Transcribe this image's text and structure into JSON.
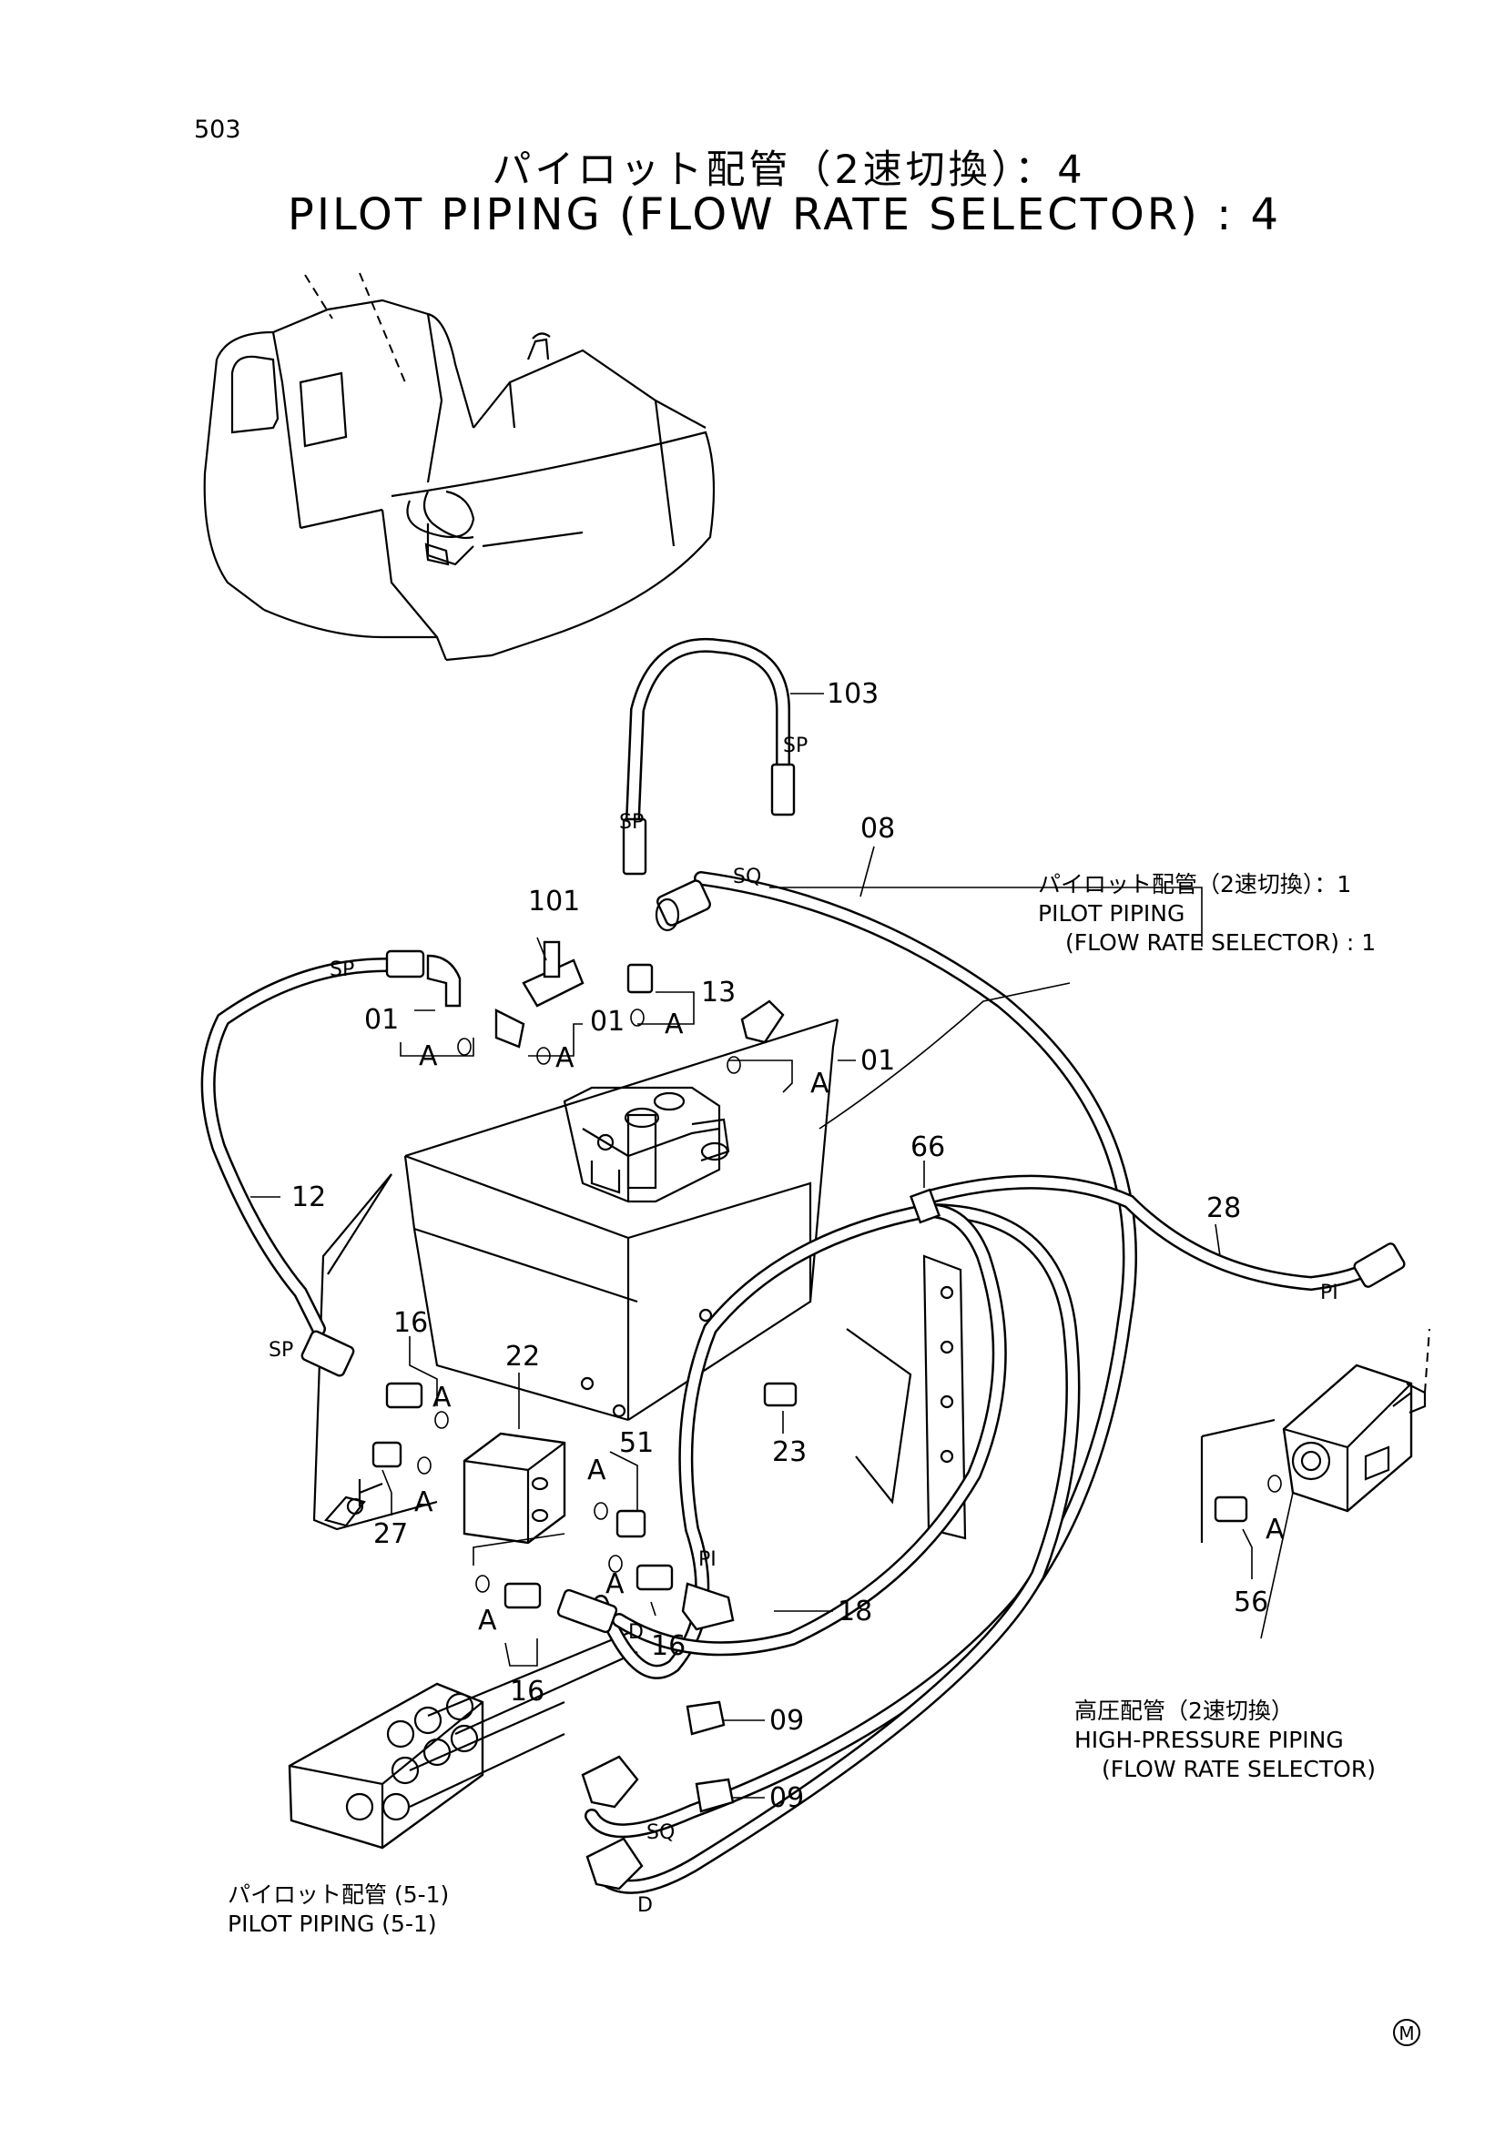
{
  "header": {
    "page_number": "503",
    "title_jp": "パイロット配管（2速切換）：4",
    "title_en": "PILOT PIPING (FLOW RATE SELECTOR) : 4"
  },
  "callouts": {
    "p103": "103",
    "p08": "08",
    "p101": "101",
    "p13": "13",
    "p01a": "01",
    "p01b": "01",
    "p01c": "01",
    "p12": "12",
    "p66": "66",
    "p28": "28",
    "p16a": "16",
    "p22": "22",
    "p23": "23",
    "p51": "51",
    "p27": "27",
    "p16b": "16",
    "p16c": "16",
    "p18": "18",
    "p56": "56",
    "p09a": "09",
    "p09b": "09"
  },
  "connector_codes": {
    "sp_top": "SP",
    "sp_left": "SP",
    "sp_hose": "SP",
    "sp_bottom": "SP",
    "sq_top": "SQ",
    "pi_right": "PI",
    "pi_bottom": "PI",
    "d_mid": "D",
    "sq_bottom": "SQ",
    "d_bottom": "D"
  },
  "seal_marks": {
    "a1": "A",
    "a2": "A",
    "a3": "A",
    "a4": "A",
    "a5": "A",
    "a6": "A",
    "a7": "A",
    "a8": "A",
    "a9": "A"
  },
  "notes": {
    "pilot1_jp": "パイロット配管（2速切換）：1",
    "pilot1_en1": "PILOT PIPING",
    "pilot1_en2": "(FLOW RATE SELECTOR) : 1",
    "hp_jp": "高圧配管（2速切換）",
    "hp_en1": "HIGH-PRESSURE PIPING",
    "hp_en2": "(FLOW RATE SELECTOR)",
    "pilot51_jp": "パイロット配管 (5-1)",
    "pilot51_en": "PILOT PIPING (5-1)"
  },
  "footer": {
    "mark": "M"
  }
}
